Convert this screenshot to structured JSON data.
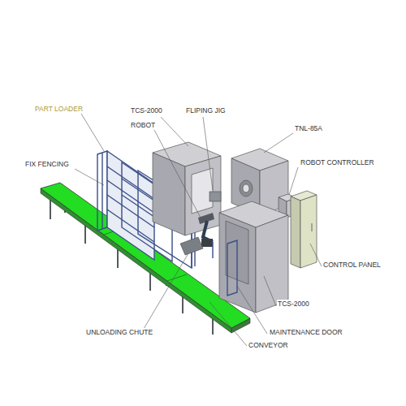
{
  "diagram": {
    "labels": [
      "PART LOADER",
      "TCS-2000",
      "FLIPING JIG",
      "ROBOT",
      "TNL-85A",
      "ROBOT CONTROLLER",
      "FIX FENCING",
      "CONTROL PANEL",
      "TCS-2000",
      "MAINTENANCE DOOR",
      "UNLOADING CHUTE",
      "CONVEYOR"
    ]
  }
}
